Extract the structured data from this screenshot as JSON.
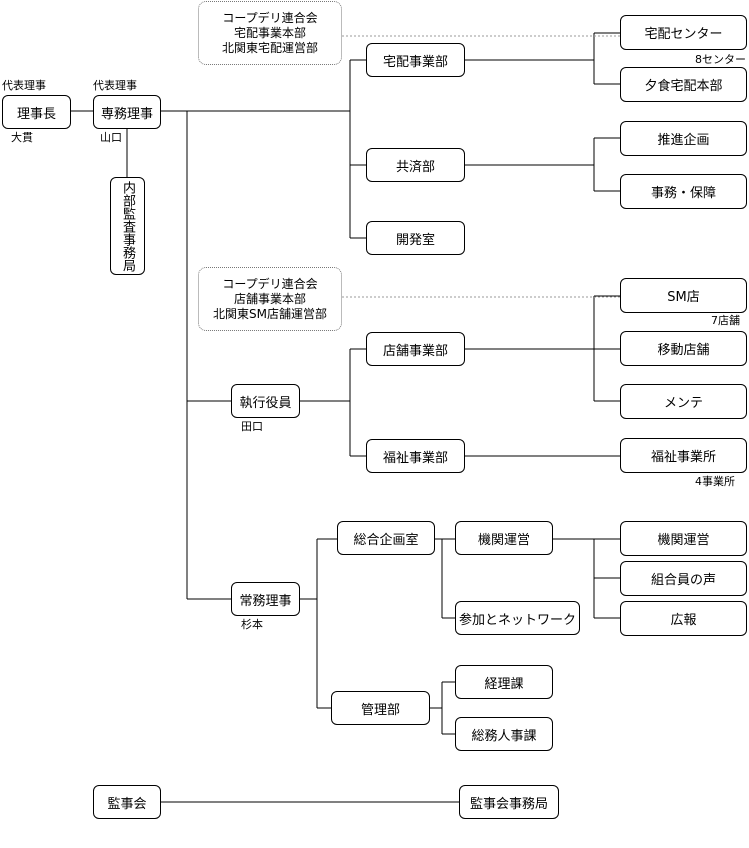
{
  "labels": {
    "chairman_role": "代表理事",
    "director_role": "代表理事",
    "chairman_name": "大貫",
    "director_name": "山口",
    "exec_name": "田口",
    "managing_name": "杉本",
    "centers_count": "8センター",
    "stores_count": "7店舗",
    "offices_count": "4事業所"
  },
  "boxes": {
    "chairman": "理事長",
    "senior_director": "専務理事",
    "internal_audit": "内部監査事務局",
    "delivery_div": "宅配事業部",
    "delivery_center": "宅配センター",
    "dinner_hq": "夕食宅配本部",
    "mutual_div": "共済部",
    "promotion": "推進企画",
    "office_security": "事務・保障",
    "dev_office": "開発室",
    "exec_officer": "執行役員",
    "store_div": "店舗事業部",
    "sm_store": "SM店",
    "mobile_store": "移動店舗",
    "maintenance": "メンテ",
    "welfare_div": "福祉事業部",
    "welfare_office": "福祉事業所",
    "managing_director": "常務理事",
    "planning_office": "総合企画室",
    "org_mgmt_mid": "機関運営",
    "participation_network": "参加とネットワーク",
    "org_mgmt": "機関運営",
    "member_voice": "組合員の声",
    "pr": "広報",
    "admin_div": "管理部",
    "accounting": "経理課",
    "hr": "総務人事課",
    "auditors": "監事会",
    "audit_office": "監事会事務局"
  },
  "notes": {
    "delivery_note": [
      "コープデリ連合会",
      "宅配事業本部",
      "北関東宅配運営部"
    ],
    "store_note": [
      "コープデリ連合会",
      "店舗事業本部",
      "北関東SM店舗運営部"
    ]
  }
}
